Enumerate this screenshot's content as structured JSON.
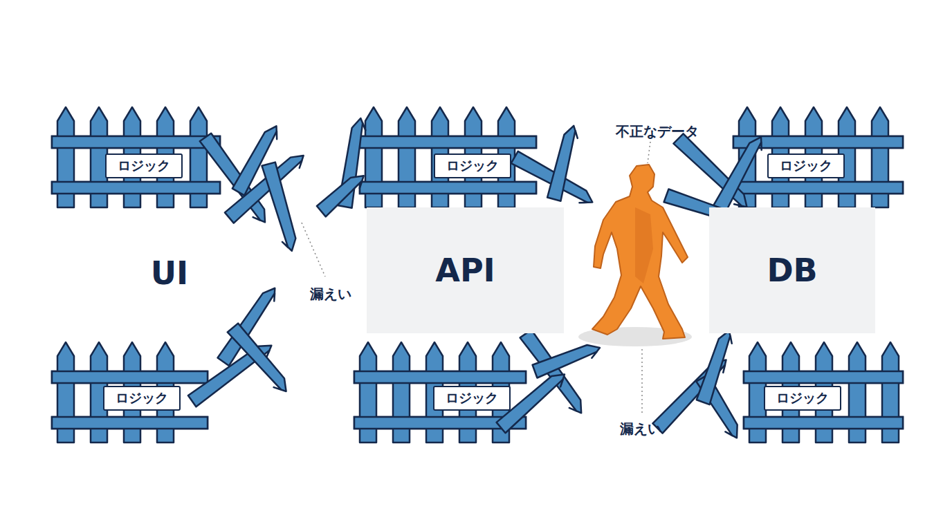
{
  "diagram": {
    "nodes": [
      {
        "text": [
          "ロジック"
        ]
      },
      {
        "text": [
          "ロジック"
        ]
      },
      {
        "text": [
          "ロジック"
        ]
      },
      {
        "text": [
          "UI"
        ]
      },
      {
        "text": [
          "API"
        ]
      },
      {
        "text": [
          "DB"
        ]
      },
      {
        "text": [
          "ロジック"
        ]
      },
      {
        "text": [
          "ロジック"
        ]
      },
      {
        "text": [
          "ロジック"
        ]
      }
    ],
    "labels": [
      "不正なデータ",
      "漏えい",
      "漏えい"
    ]
  }
}
